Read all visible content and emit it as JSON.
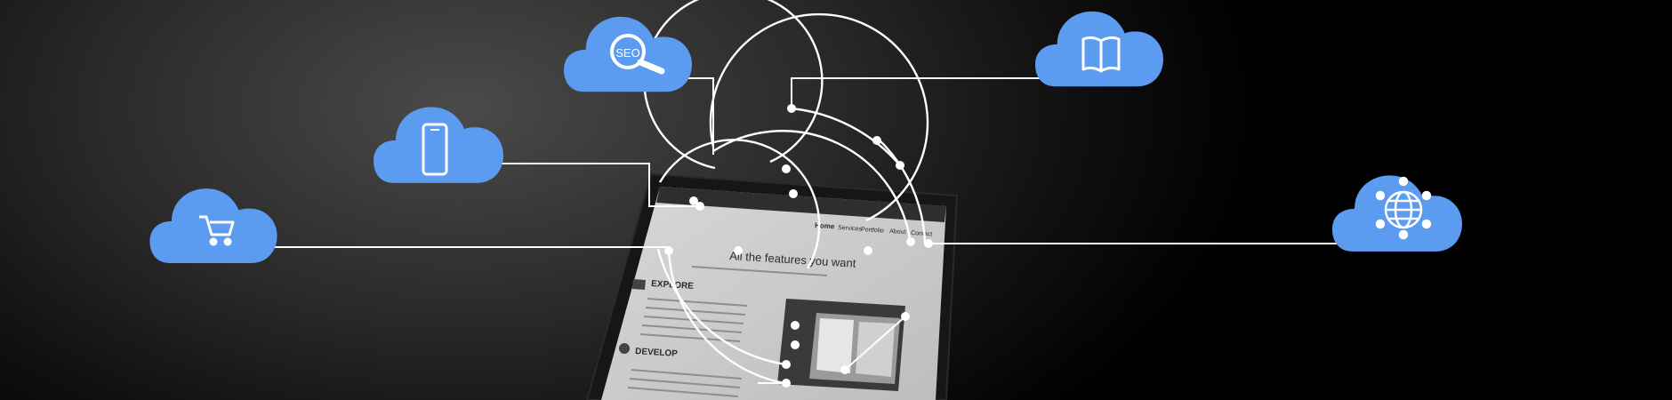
{
  "colors": {
    "cloud": "#5b9bf0",
    "line": "#ffffff",
    "screen_bg": "#cfcfcf",
    "laptop_frame": "#1a1a1a"
  },
  "clouds": [
    {
      "id": "shopping-cart",
      "icon": "shopping-cart-icon"
    },
    {
      "id": "mobile",
      "icon": "smartphone-icon"
    },
    {
      "id": "seo",
      "icon": "seo-magnifier-icon",
      "label": "SEO"
    },
    {
      "id": "book",
      "icon": "open-book-icon"
    },
    {
      "id": "globe",
      "icon": "globe-network-icon"
    }
  ],
  "screen": {
    "nav": [
      "Home",
      "Services",
      "Portfolio",
      "About",
      "Contact"
    ],
    "heading": "All the features you want",
    "sections": [
      "EXPLORE",
      "DEVELOP"
    ]
  }
}
